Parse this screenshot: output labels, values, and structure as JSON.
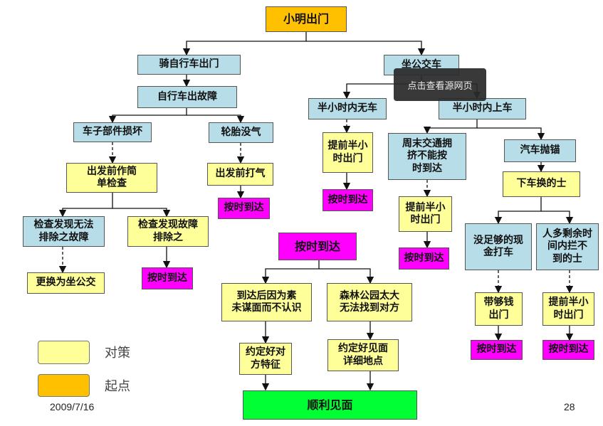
{
  "nodes": {
    "root": "小明出门",
    "bike": "骑自行车出门",
    "bus": "坐公交车",
    "bike_fault": "自行车出故障",
    "part_damage": "车子部件损坏",
    "flat_tire": "轮胎没气",
    "simple_check": "出发前作简\n单检查",
    "cannot_fix": "检查发现无法\n排除之故障",
    "can_fix": "检查发现故障\n排除之",
    "switch_bus": "更换为坐公交",
    "on_time_1": "按时到达",
    "pump_tire": "出发前打气",
    "on_time_2": "按时到达",
    "no_bus_half_hour": "半小时内无车",
    "bus_half_hour": "半小时内上车",
    "leave_early_1": "提前半小\n时出门",
    "on_time_3": "按时到达",
    "weekend_traffic": "周末交通拥\n挤不能按\n时到达",
    "leave_early_2": "提前半小\n时出门",
    "on_time_4": "按时到达",
    "bus_breakdown": "汽车抛锚",
    "get_taxi": "下车换的士",
    "enough_cash": "没足够的现\n金打车",
    "taxi_busy": "人多剩余时\n间内拦不\n到的士",
    "bring_cash": "带够钱\n出门",
    "on_time_5": "按时到达",
    "leave_early_3": "提前半小\n时出门",
    "on_time_6": "按时到达",
    "on_time_center": "按时到达",
    "not_recognize": "到达后因为素\n未谋面而不认识",
    "park_too_big": "森林公园太大\n无法找到对方",
    "agree_feature": "约定好对\n方特征",
    "agree_location": "约定好见面\n详细地点",
    "success": "顺利见面"
  },
  "tooltip": "点击查看源网页",
  "legend": {
    "strategy": "对策",
    "start": "起点"
  },
  "footer": {
    "date": "2009/7/16",
    "page": "28"
  },
  "colors": {
    "event": "#b7dde8",
    "strategy": "#ffff99",
    "result": "#ff00ff",
    "start": "#ffc000",
    "final": "#00ff33"
  }
}
